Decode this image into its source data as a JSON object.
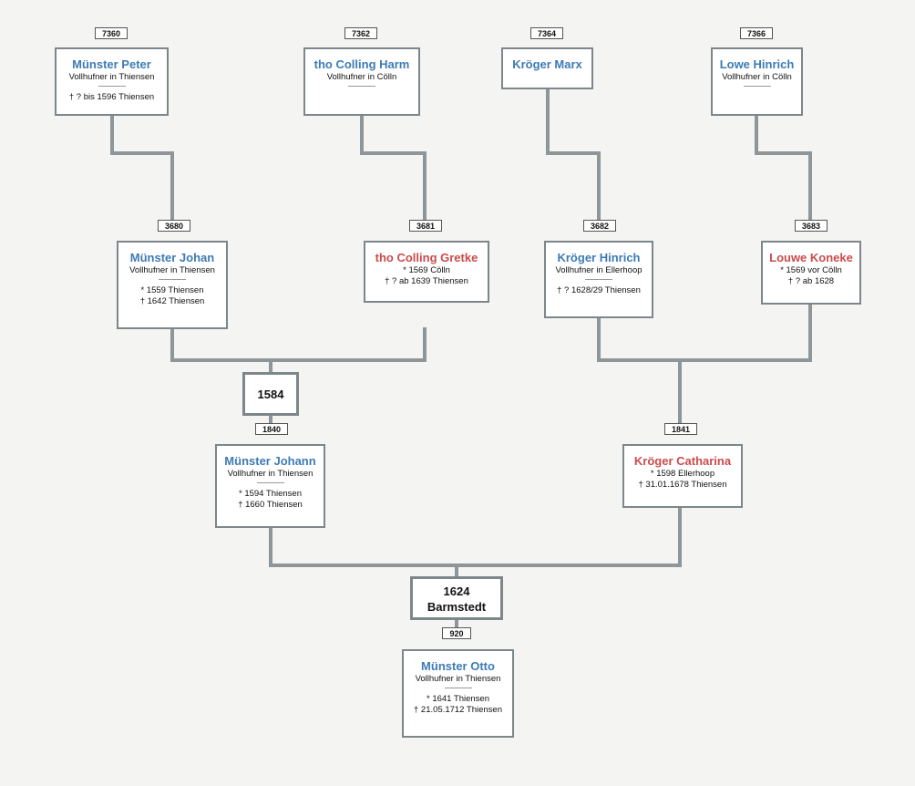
{
  "persons": {
    "p7360": {
      "id": "7360",
      "name": "Münster Peter",
      "occupation": "Vollhufner in Thiensen",
      "separator": "—————",
      "lines": [
        "† ? bis 1596 Thiensen"
      ]
    },
    "p7362": {
      "id": "7362",
      "name": "tho Colling Harm",
      "occupation": "Vollhufner in Cölln",
      "separator": "—————",
      "lines": []
    },
    "p7364": {
      "id": "7364",
      "name": "Kröger Marx",
      "occupation": "",
      "separator": "",
      "lines": []
    },
    "p7366": {
      "id": "7366",
      "name": "Lowe Hinrich",
      "occupation": "Vollhufner in Cölln",
      "separator": "—————",
      "lines": []
    },
    "p3680": {
      "id": "3680",
      "name": "Münster Johan",
      "occupation": "Vollhufner in Thiensen",
      "separator": "—————",
      "lines": [
        "* 1559 Thiensen",
        "† 1642 Thiensen"
      ]
    },
    "p3681": {
      "id": "3681",
      "name": "tho Colling Gretke",
      "occupation": "",
      "separator": "",
      "lines": [
        "* 1569 Cölln",
        "† ? ab 1639 Thiensen"
      ]
    },
    "p3682": {
      "id": "3682",
      "name": "Kröger Hinrich",
      "occupation": "Vollhufner in Ellerhoop",
      "separator": "—————",
      "lines": [
        "† ? 1628/29 Thiensen"
      ]
    },
    "p3683": {
      "id": "3683",
      "name": "Louwe Koneke",
      "occupation": "",
      "separator": "",
      "lines": [
        "* 1569 vor Cölln",
        "† ? ab 1628"
      ]
    },
    "p1840": {
      "id": "1840",
      "name": "Münster Johann",
      "occupation": "Vollhufner in Thiensen",
      "separator": "—————",
      "lines": [
        "* 1594 Thiensen",
        "† 1660 Thiensen"
      ]
    },
    "p1841": {
      "id": "1841",
      "name": "Kröger Catharina",
      "occupation": "",
      "separator": "",
      "lines": [
        "* 1598 Ellerhoop",
        "† 31.01.1678 Thiensen"
      ]
    },
    "p920": {
      "id": "920",
      "name": "Münster Otto",
      "occupation": "Vollhufner in Thiensen",
      "separator": "—————",
      "lines": [
        "* 1641 Thiensen",
        "† 21.05.1712 Thiensen"
      ]
    }
  },
  "marriages": {
    "m1584": {
      "year": "1584",
      "place": ""
    },
    "m1624": {
      "year": "1624",
      "place": "Barmstedt"
    }
  },
  "colors": {
    "male_name": "#3d7bb5",
    "female_name": "#cc4b4b",
    "connector": "#8f9699"
  }
}
